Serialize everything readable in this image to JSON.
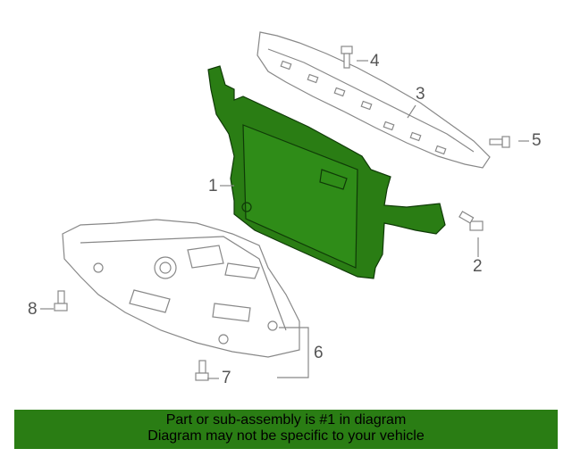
{
  "callouts": {
    "c1": "1",
    "c2": "2",
    "c3": "3",
    "c4": "4",
    "c5": "5",
    "c6": "6",
    "c7": "7",
    "c8": "8"
  },
  "banner": {
    "line1": "Part or sub-assembly is #1 in diagram",
    "line2": "Diagram may not be specific to your vehicle"
  },
  "colors": {
    "highlight": "#2a7d14",
    "banner": "#2a7d14",
    "line_art": "#888888"
  }
}
